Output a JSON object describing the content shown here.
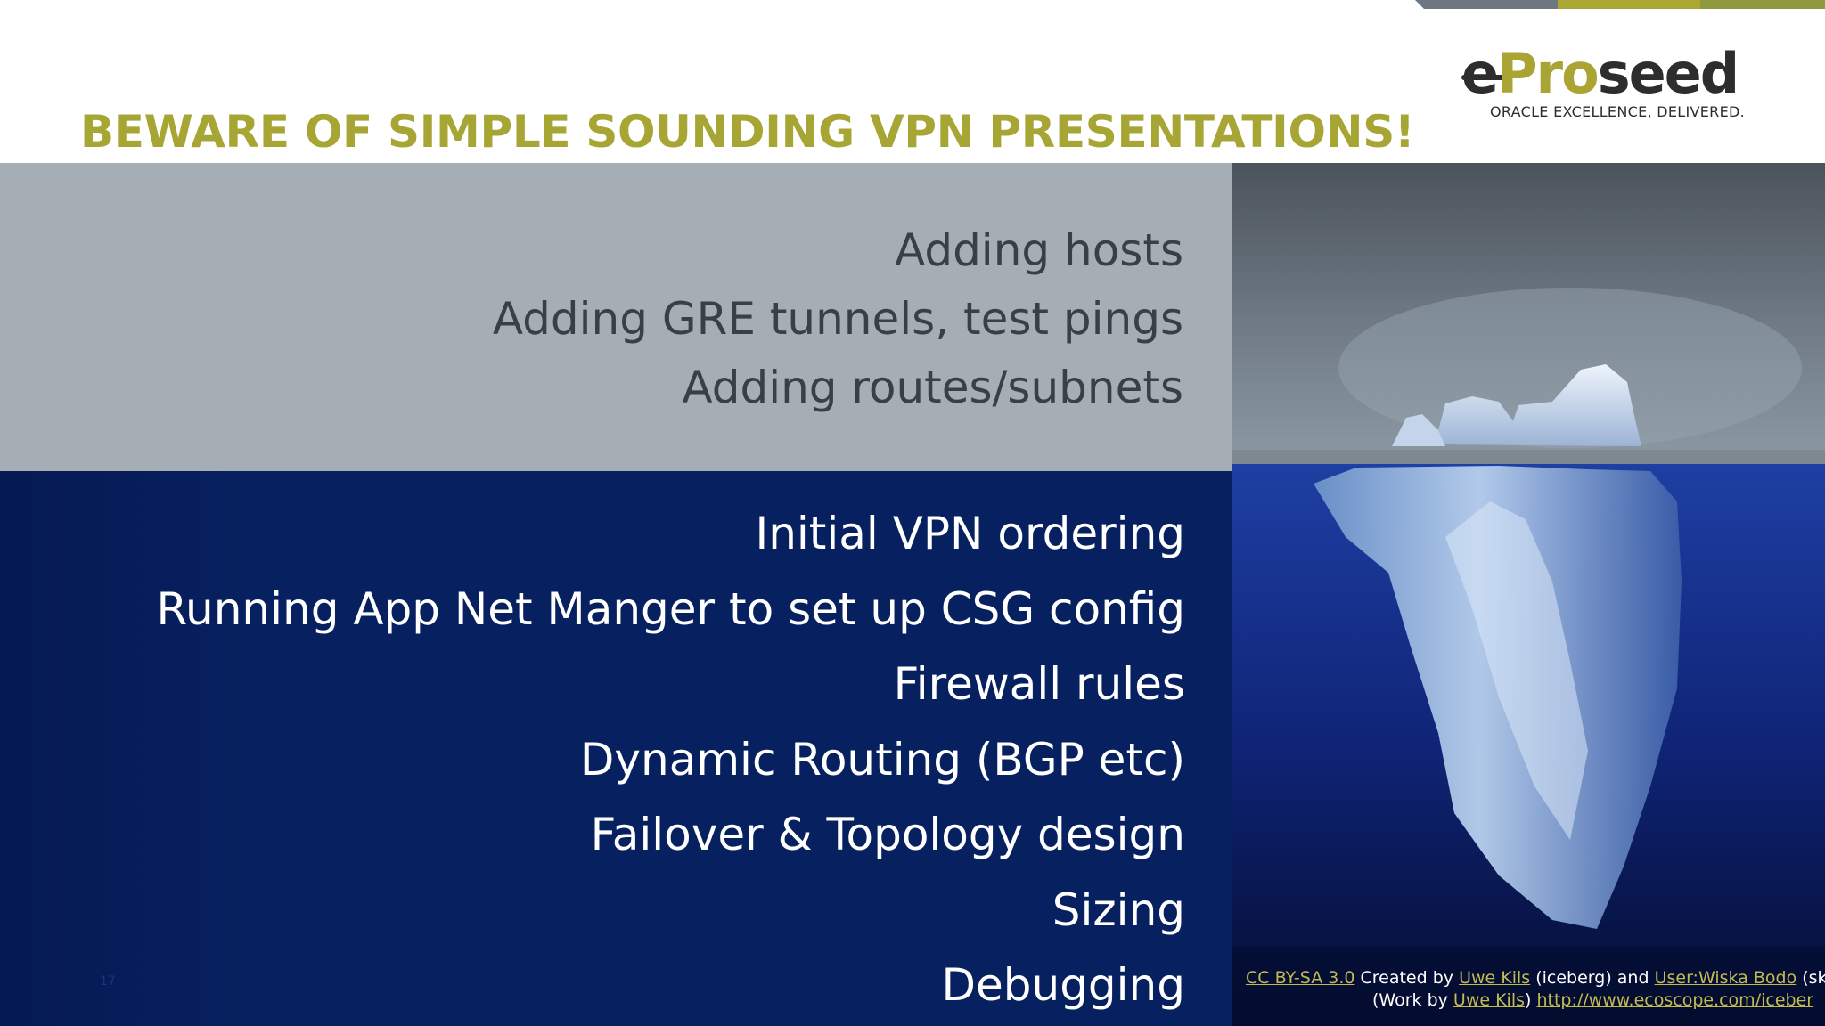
{
  "slide": {
    "title": "BEWARE OF SIMPLE SOUNDING VPN PRESENTATIONS!",
    "page_number": "17"
  },
  "logo": {
    "word_e": "e",
    "word_pro": "Pro",
    "word_seed": "seed",
    "tagline": "ORACLE EXCELLENCE, DELIVERED."
  },
  "above_water": {
    "items": [
      "Adding hosts",
      "Adding GRE tunnels, test pings",
      "Adding routes/subnets"
    ]
  },
  "below_water": {
    "items": [
      "Initial VPN ordering",
      "Running App Net Manger to set up CSG config",
      "Firewall rules",
      "Dynamic Routing (BGP etc)",
      "Failover & Topology design",
      "Sizing",
      "Debugging"
    ]
  },
  "caption": {
    "license_link": "CC BY-SA 3.0",
    "created_by": " Created by ",
    "author1_link": "Uwe Kils",
    "iceberg": " (iceberg) and ",
    "author2_link": "User:Wiska Bodo",
    "sky_tail": " (sk",
    "work_by_open": "(Work by ",
    "author3_link": "Uwe Kils",
    "work_by_close": ") ",
    "url_link": "http://www.ecoscope.com/iceber"
  },
  "colors": {
    "title": "#a7a635",
    "gray_band": "#a5aeb5",
    "navy_band": "#07205f",
    "link": "#c2bb4f"
  }
}
